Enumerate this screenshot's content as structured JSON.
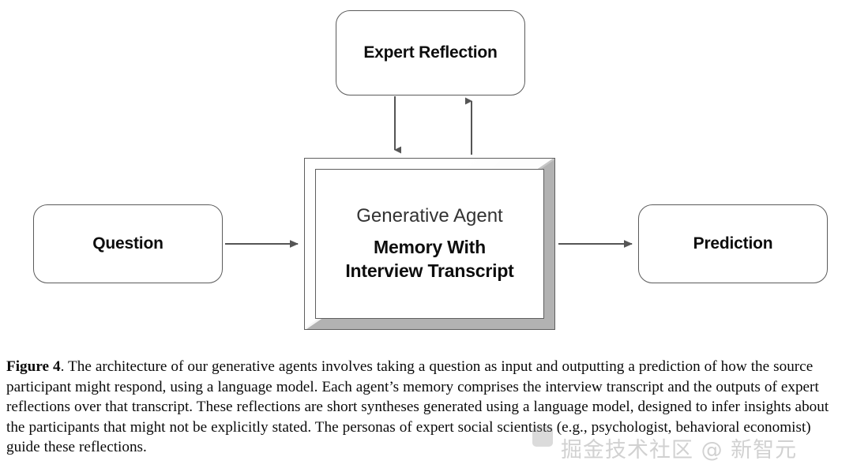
{
  "figure": {
    "nodes": {
      "expert_reflection": "Expert Reflection",
      "question": "Question",
      "prediction": "Prediction",
      "agent_title": "Generative Agent",
      "agent_subtitle_line1": "Memory With",
      "agent_subtitle_line2": "Interview Transcript"
    },
    "arrows": [
      {
        "name": "expert-to-agent",
        "direction": "down"
      },
      {
        "name": "agent-to-expert",
        "direction": "up"
      },
      {
        "name": "question-to-agent",
        "direction": "right"
      },
      {
        "name": "agent-to-prediction",
        "direction": "right"
      }
    ],
    "caption_label": "Figure 4",
    "caption_text": ". The architecture of our generative agents involves taking a question as input and outputting a prediction of how the source participant might respond, using a language model. Each agent’s memory comprises the interview transcript and the outputs of expert reflections over that transcript. These reflections are short syntheses generated using a language model, designed to infer insights about the participants that might not be explicitly stated. The personas of expert social scientists (e.g., psychologist, behavioral economist) guide these reflections."
  },
  "watermark": {
    "text": "掘金技术社区 @ 新智元"
  },
  "colors": {
    "background": "#ffffff",
    "node_border": "#5b5b5b",
    "arrow": "#555555",
    "text": "#0d0d0d",
    "agent_title": "#333333",
    "bevel_light": "#fdfdfd",
    "bevel_dark": "#b6b6b6"
  }
}
